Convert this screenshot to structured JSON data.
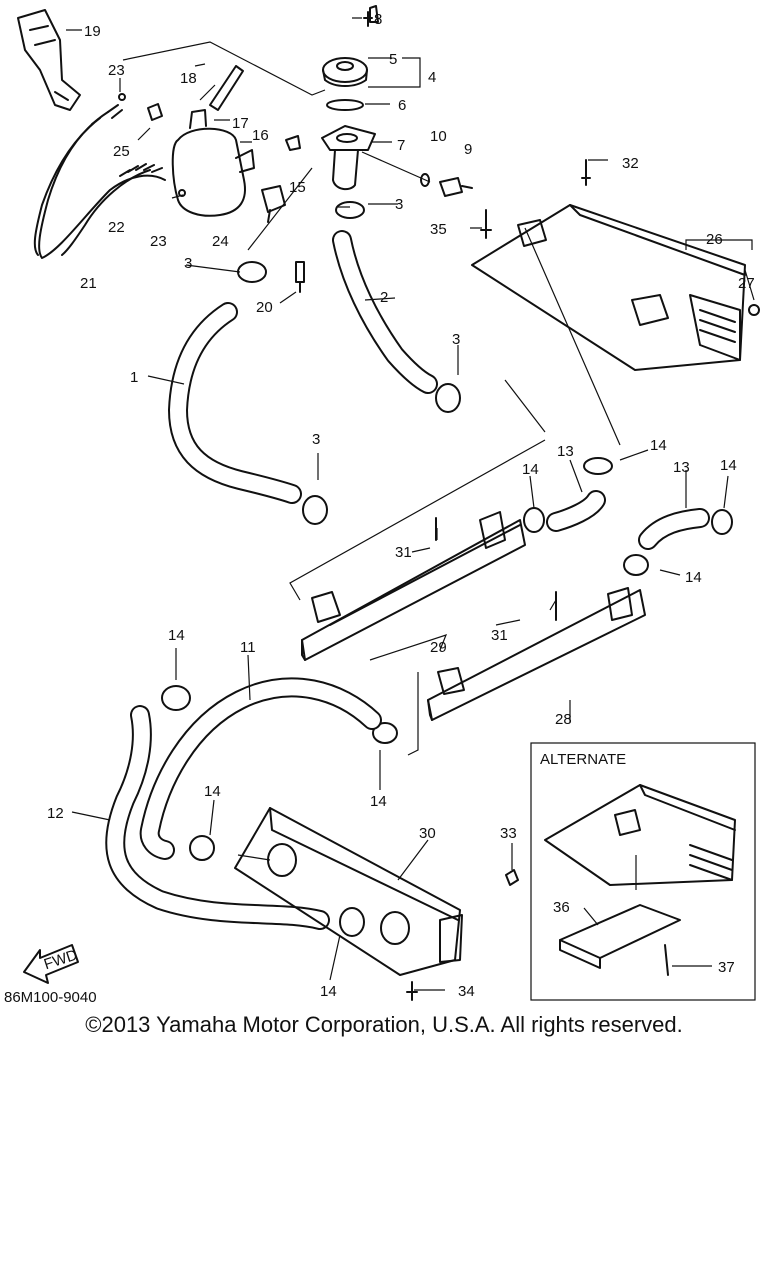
{
  "diagram": {
    "code": "86M100-9040",
    "fwd_label": "FWD",
    "alternate_title": "ALTERNATE",
    "callouts": [
      "1",
      "2",
      "3",
      "4",
      "5",
      "6",
      "7",
      "8",
      "9",
      "10",
      "11",
      "12",
      "13",
      "14",
      "15",
      "16",
      "17",
      "18",
      "19",
      "20",
      "21",
      "22",
      "23",
      "24",
      "25",
      "26",
      "27",
      "28",
      "29",
      "30",
      "31",
      "32",
      "33",
      "34",
      "35",
      "36",
      "37"
    ]
  },
  "footer": {
    "copyright": "©2013 Yamaha Motor Corporation, U.S.A. All rights reserved."
  }
}
